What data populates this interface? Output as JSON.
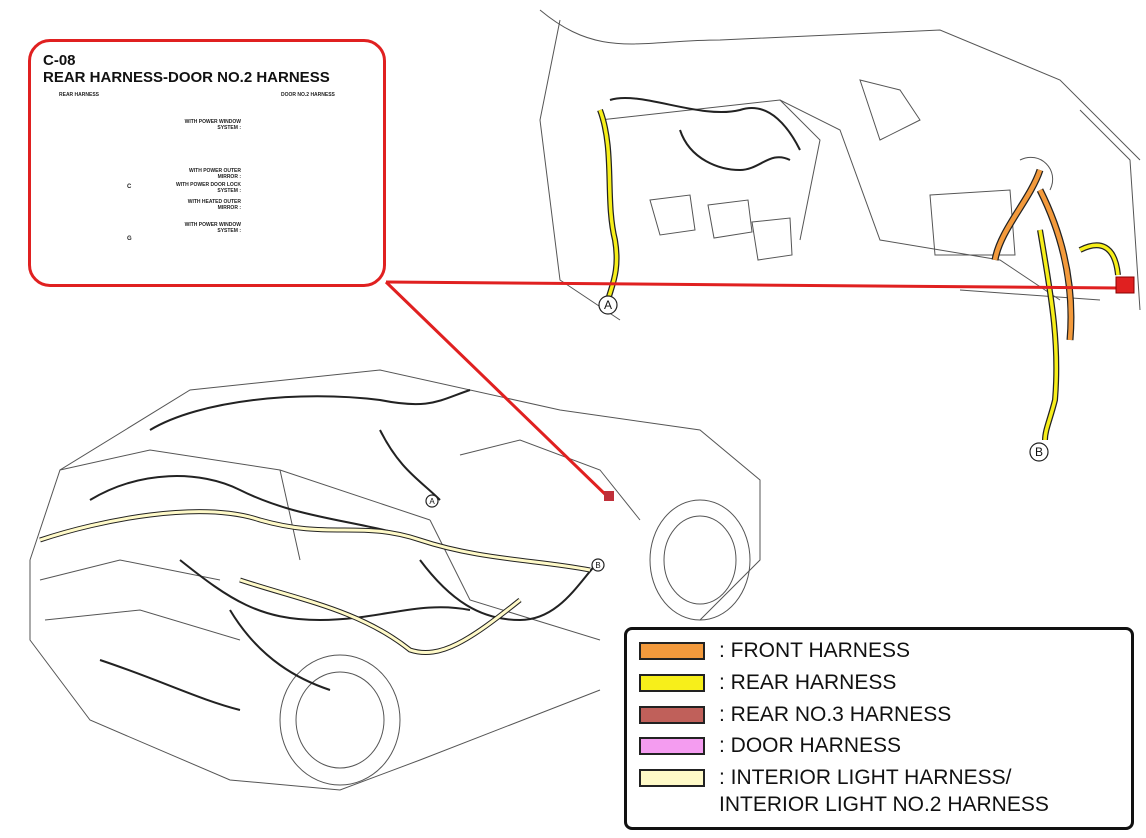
{
  "connector": {
    "id": "C-08",
    "title": "REAR HARNESS-DOOR NO.2 HARNESS",
    "left_label": "REAR HARNESS",
    "right_label": "DOOR NO.2 HARNESS",
    "options": [
      "WITH POWER WINDOW SYSTEM :",
      "WITH POWER OUTER MIRROR :",
      "WITH POWER DOOR LOCK SYSTEM :",
      "WITH HEATED OUTER MIRROR :",
      "WITH POWER WINDOW SYSTEM :"
    ],
    "letters": [
      "C",
      "G"
    ]
  },
  "markers": [
    "A",
    "B",
    "A",
    "B"
  ],
  "legend": {
    "items": [
      {
        "label": ": FRONT HARNESS",
        "color": "#f39a3c"
      },
      {
        "label": ": REAR HARNESS",
        "color": "#f7ef1a"
      },
      {
        "label": ": REAR NO.3 HARNESS",
        "color": "#c0605a"
      },
      {
        "label": ": DOOR HARNESS",
        "color": "#f49cf0"
      },
      {
        "label": ": INTERIOR LIGHT HARNESS/",
        "color": "#fffac8"
      }
    ],
    "continuation": "INTERIOR LIGHT NO.2 HARNESS"
  }
}
